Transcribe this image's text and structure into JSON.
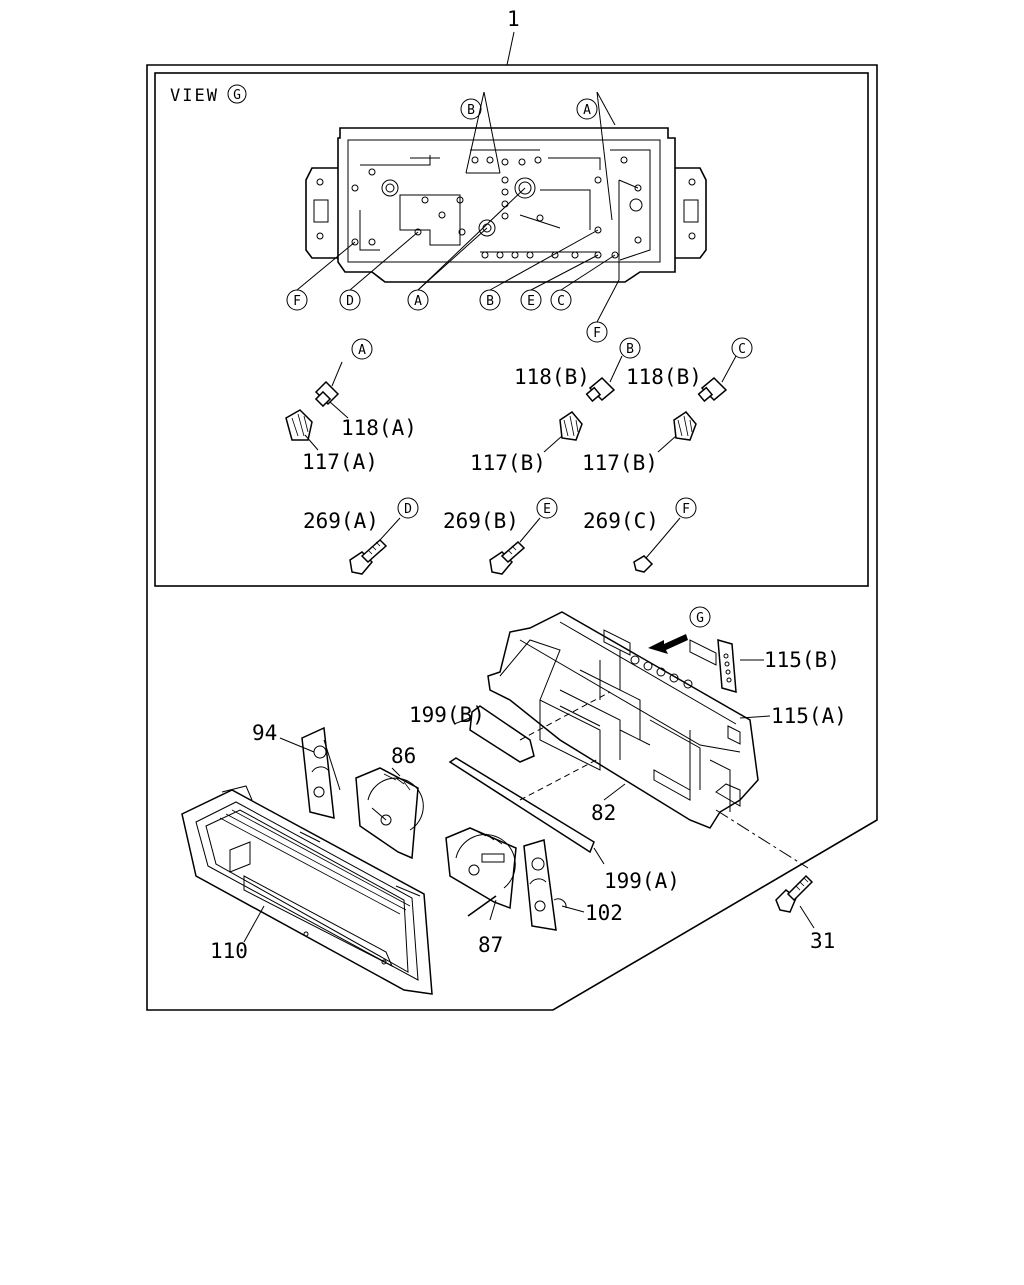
{
  "title_number": "1",
  "view": {
    "prefix": "VIEW",
    "letter": "G",
    "board_markers": [
      "B",
      "A",
      "F",
      "D",
      "A",
      "B",
      "E",
      "C",
      "F"
    ]
  },
  "inset_parts": [
    {
      "label": "118(A)",
      "marker": "A"
    },
    {
      "label": "117(A)"
    },
    {
      "label": "118(B)",
      "marker": "B"
    },
    {
      "label": "118(B)",
      "marker": "C"
    },
    {
      "label": "117(B)"
    },
    {
      "label": "117(B)"
    },
    {
      "label": "269(A)",
      "marker": "D"
    },
    {
      "label": "269(B)",
      "marker": "E"
    },
    {
      "label": "269(C)",
      "marker": "F"
    }
  ],
  "exploded_view_marker": "G",
  "callouts": [
    "115(B)",
    "115(A)",
    "199(B)",
    "94",
    "86",
    "82",
    "199(A)",
    "102",
    "87",
    "110",
    "31"
  ]
}
